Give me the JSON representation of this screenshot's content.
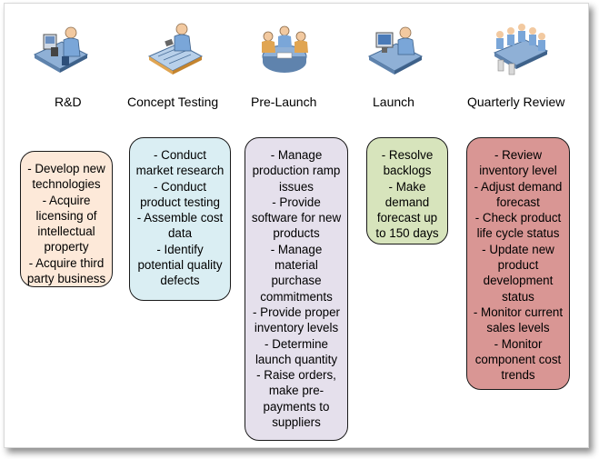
{
  "stages": [
    {
      "id": "rnd",
      "label": "R&D",
      "icon": "scientist-microscope-icon",
      "color": "#fde9d9",
      "lines": [
        "- Develop new",
        "technologies",
        "- Acquire",
        "licensing of",
        "intellectual",
        "property",
        "- Acquire third",
        "party business"
      ]
    },
    {
      "id": "concept",
      "label": "Concept Testing",
      "icon": "blueprint-worker-icon",
      "color": "#daeef3",
      "lines": [
        "- Conduct",
        "market research",
        "- Conduct",
        "product testing",
        "- Assemble cost",
        "data",
        "- Identify",
        "potential quality",
        "defects"
      ]
    },
    {
      "id": "prelaunch",
      "label": "Pre-Launch",
      "icon": "team-meeting-icon",
      "color": "#e5e0ec",
      "lines": [
        "- Manage",
        "production ramp",
        "issues",
        "- Provide",
        "software for new",
        "products",
        "- Manage",
        "material",
        "purchase",
        "commitments",
        "- Provide proper",
        "inventory levels",
        "- Determine",
        "launch quantity",
        "- Raise orders,",
        "make pre-",
        "payments to",
        "suppliers"
      ]
    },
    {
      "id": "launch",
      "label": "Launch",
      "icon": "computer-user-icon",
      "color": "#d7e4bc",
      "lines": [
        "- Resolve",
        "backlogs",
        "- Make",
        "demand",
        "forecast up",
        "to 150 days"
      ]
    },
    {
      "id": "review",
      "label": "Quarterly Review",
      "icon": "boardroom-icon",
      "color": "#d99694",
      "lines": [
        "- Review",
        "inventory level",
        "- Adjust demand",
        "forecast",
        "- Check product",
        "life cycle status",
        "- Update new",
        "product",
        "development",
        "status",
        "- Monitor current",
        "sales levels",
        "- Monitor",
        "component cost",
        "trends"
      ]
    }
  ]
}
